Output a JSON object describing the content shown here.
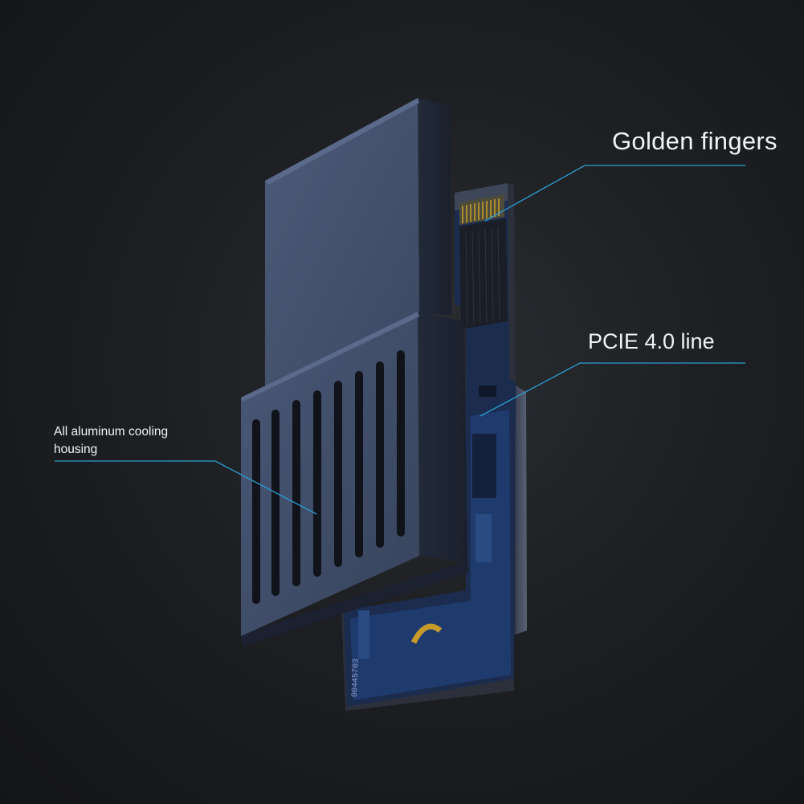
{
  "callouts": {
    "golden_fingers": "Golden fingers",
    "pcie_line": "PCIE 4.0 line",
    "cooling_housing": "All aluminum cooling housing"
  },
  "pcb": {
    "serial_text": "00445703"
  },
  "colors": {
    "background": "#1b1d20",
    "housing": "#3b4a66",
    "callout_line": "#2a9fd6",
    "pcb": "#1f3a6d",
    "gold": "#c69a2b"
  }
}
